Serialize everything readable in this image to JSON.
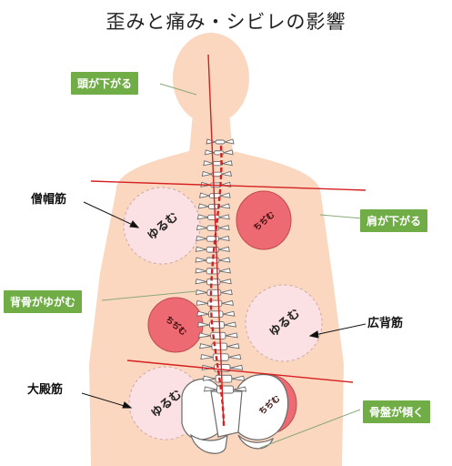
{
  "title": "歪みと痛み・シビレの影響",
  "tags": {
    "head": "頭が下がる",
    "shoulder": "肩が下がる",
    "back": "背骨がゆがむ",
    "pelvis": "骨盤が傾く"
  },
  "muscles": {
    "trapezius": "僧帽筋",
    "latissimus": "広背筋",
    "gluteus": "大殿筋"
  },
  "states": {
    "loose": "ゆるむ",
    "tight": "ちぢむ"
  },
  "colors": {
    "skin": "#fbd7c0",
    "loose_fill": "#fbe1e3",
    "tight_fill": "#ee6a72",
    "tag_green": "#70ad47",
    "axis_red": "#e02020"
  }
}
